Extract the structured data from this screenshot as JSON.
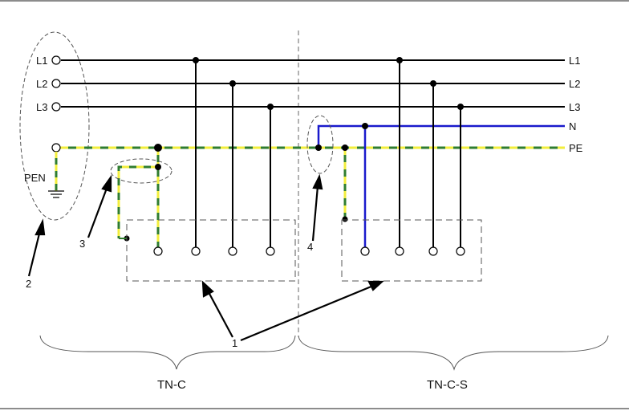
{
  "source_labels": {
    "l1": "L1",
    "l2": "L2",
    "l3": "L3",
    "pen": "PEN"
  },
  "line_labels": {
    "l1": "L1",
    "l2": "L2",
    "l3": "L3",
    "n": "N",
    "pe": "PE"
  },
  "callouts": {
    "c1": "1",
    "c2": "2",
    "c3": "3",
    "c4": "4"
  },
  "sections": {
    "left": "TN-C",
    "right": "TN-C-S"
  },
  "colors": {
    "phase": "#000000",
    "neutral": "#1a1acc",
    "pe_green": "#2f7d2f",
    "pe_yellow": "#f2ee3c",
    "dashed": "#555555"
  }
}
